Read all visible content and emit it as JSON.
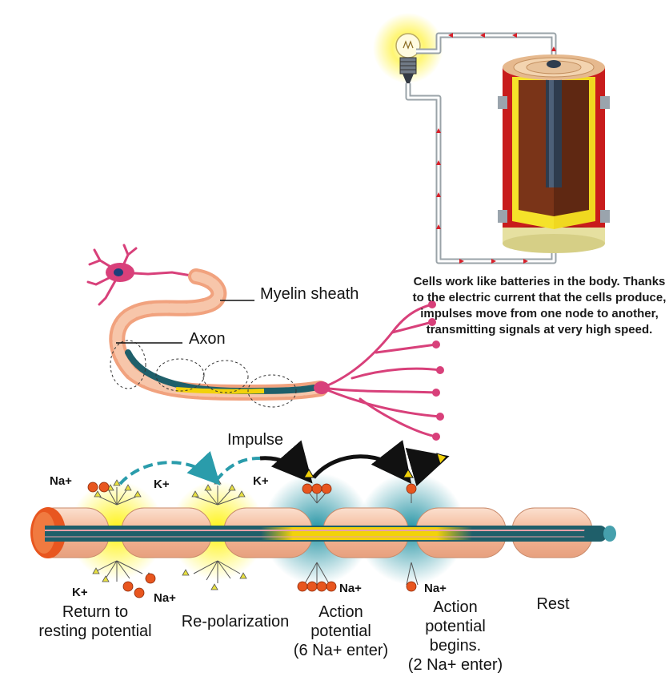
{
  "labels": {
    "myelin_sheath": "Myelin sheath",
    "axon": "Axon",
    "impulse": "Impulse",
    "caption": "Cells work like batteries in the body. Thanks to the electric current that the cells produce, impulses move from one node to another, transmitting signals at very high speed."
  },
  "ions": {
    "na_top_left": "Na+",
    "k_top_1": "K+",
    "k_top_2": "K+",
    "k_bottom_left": "K+",
    "na_bottom_1": "Na+",
    "na_bottom_2": "Na+",
    "na_bottom_3": "Na+"
  },
  "stages": {
    "return_to_resting": "Return to\nresting potential",
    "repolarization": "Re-polarization",
    "action_potential": "Action\npotential\n(6 Na+ enter)",
    "action_potential_begins": "Action\npotential\nbegins.\n(2 Na+ enter)",
    "rest": "Rest"
  },
  "colors": {
    "myelin": "#f4b898",
    "axon_core": "#1f5f6a",
    "signal": "#f2d20a",
    "ion_dot": "#e8561f",
    "neuron": "#d8407a",
    "battery_red": "#d41e1e",
    "bulb_glow": "#fff38a"
  }
}
